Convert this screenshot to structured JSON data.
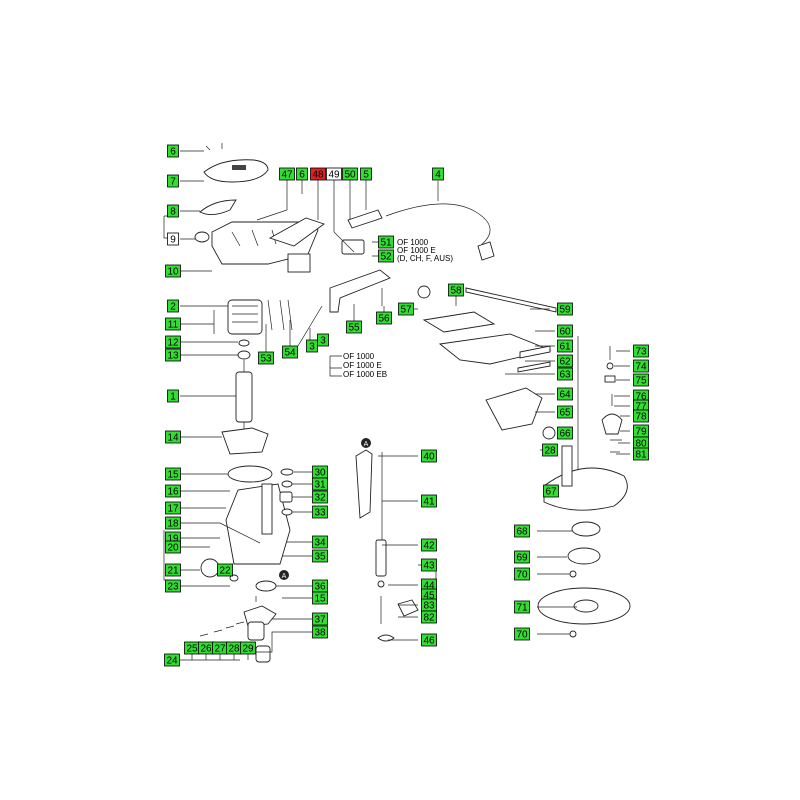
{
  "colors": {
    "green": "#33dd33",
    "red": "#dd2222",
    "plain": "#ffffff"
  },
  "labels": [
    {
      "id": "6a",
      "text": "6",
      "color": "green"
    },
    {
      "id": "7",
      "text": "7",
      "color": "green"
    },
    {
      "id": "8",
      "text": "8",
      "color": "green"
    },
    {
      "id": "9",
      "text": "9",
      "color": "plain"
    },
    {
      "id": "10",
      "text": "10",
      "color": "green"
    },
    {
      "id": "2",
      "text": "2",
      "color": "green"
    },
    {
      "id": "11",
      "text": "11",
      "color": "green"
    },
    {
      "id": "12",
      "text": "12",
      "color": "green"
    },
    {
      "id": "13",
      "text": "13",
      "color": "green"
    },
    {
      "id": "1",
      "text": "1",
      "color": "green"
    },
    {
      "id": "14",
      "text": "14",
      "color": "green"
    },
    {
      "id": "15",
      "text": "15",
      "color": "green"
    },
    {
      "id": "16",
      "text": "16",
      "color": "green"
    },
    {
      "id": "17",
      "text": "17",
      "color": "green"
    },
    {
      "id": "18",
      "text": "18",
      "color": "green"
    },
    {
      "id": "19",
      "text": "19",
      "color": "green"
    },
    {
      "id": "20",
      "text": "20",
      "color": "green"
    },
    {
      "id": "21",
      "text": "21",
      "color": "green"
    },
    {
      "id": "22",
      "text": "22",
      "color": "green"
    },
    {
      "id": "23",
      "text": "23",
      "color": "green"
    },
    {
      "id": "47",
      "text": "47",
      "color": "green"
    },
    {
      "id": "6b",
      "text": "6",
      "color": "green"
    },
    {
      "id": "48",
      "text": "48",
      "color": "red"
    },
    {
      "id": "49",
      "text": "49",
      "color": "plain"
    },
    {
      "id": "50",
      "text": "50",
      "color": "green"
    },
    {
      "id": "5",
      "text": "5",
      "color": "green"
    },
    {
      "id": "4",
      "text": "4",
      "color": "green"
    },
    {
      "id": "51",
      "text": "51",
      "color": "green"
    },
    {
      "id": "52",
      "text": "52",
      "color": "green"
    },
    {
      "id": "53",
      "text": "53",
      "color": "green"
    },
    {
      "id": "54",
      "text": "54",
      "color": "green"
    },
    {
      "id": "3a",
      "text": "3",
      "color": "green"
    },
    {
      "id": "3b",
      "text": "3",
      "color": "green"
    },
    {
      "id": "55",
      "text": "55",
      "color": "green"
    },
    {
      "id": "56",
      "text": "56",
      "color": "green"
    },
    {
      "id": "57",
      "text": "57",
      "color": "green"
    },
    {
      "id": "58",
      "text": "58",
      "color": "green"
    },
    {
      "id": "59",
      "text": "59",
      "color": "green"
    },
    {
      "id": "60",
      "text": "60",
      "color": "green"
    },
    {
      "id": "61",
      "text": "61",
      "color": "green"
    },
    {
      "id": "62",
      "text": "62",
      "color": "green"
    },
    {
      "id": "63",
      "text": "63",
      "color": "green"
    },
    {
      "id": "64",
      "text": "64",
      "color": "green"
    },
    {
      "id": "65",
      "text": "65",
      "color": "green"
    },
    {
      "id": "66",
      "text": "66",
      "color": "green"
    },
    {
      "id": "28a",
      "text": "28",
      "color": "green"
    },
    {
      "id": "67",
      "text": "67",
      "color": "green"
    },
    {
      "id": "68",
      "text": "68",
      "color": "green"
    },
    {
      "id": "69",
      "text": "69",
      "color": "green"
    },
    {
      "id": "70a",
      "text": "70",
      "color": "green"
    },
    {
      "id": "71",
      "text": "71",
      "color": "green"
    },
    {
      "id": "70b",
      "text": "70",
      "color": "green"
    },
    {
      "id": "73",
      "text": "73",
      "color": "green"
    },
    {
      "id": "74",
      "text": "74",
      "color": "green"
    },
    {
      "id": "75",
      "text": "75",
      "color": "green"
    },
    {
      "id": "76",
      "text": "76",
      "color": "green"
    },
    {
      "id": "77",
      "text": "77",
      "color": "green"
    },
    {
      "id": "78",
      "text": "78",
      "color": "green"
    },
    {
      "id": "79",
      "text": "79",
      "color": "green"
    },
    {
      "id": "80",
      "text": "80",
      "color": "green"
    },
    {
      "id": "81",
      "text": "81",
      "color": "green"
    },
    {
      "id": "30",
      "text": "30",
      "color": "green"
    },
    {
      "id": "31",
      "text": "31",
      "color": "green"
    },
    {
      "id": "32",
      "text": "32",
      "color": "green"
    },
    {
      "id": "33",
      "text": "33",
      "color": "green"
    },
    {
      "id": "34",
      "text": "34",
      "color": "green"
    },
    {
      "id": "35",
      "text": "35",
      "color": "green"
    },
    {
      "id": "36",
      "text": "36",
      "color": "green"
    },
    {
      "id": "15b",
      "text": "15",
      "color": "green"
    },
    {
      "id": "37",
      "text": "37",
      "color": "green"
    },
    {
      "id": "38",
      "text": "38",
      "color": "green"
    },
    {
      "id": "40",
      "text": "40",
      "color": "green"
    },
    {
      "id": "41",
      "text": "41",
      "color": "green"
    },
    {
      "id": "42",
      "text": "42",
      "color": "green"
    },
    {
      "id": "43",
      "text": "43",
      "color": "green"
    },
    {
      "id": "44",
      "text": "44",
      "color": "green"
    },
    {
      "id": "45",
      "text": "45",
      "color": "green"
    },
    {
      "id": "83",
      "text": "83",
      "color": "green"
    },
    {
      "id": "82",
      "text": "82",
      "color": "green"
    },
    {
      "id": "46",
      "text": "46",
      "color": "green"
    },
    {
      "id": "24",
      "text": "24",
      "color": "green"
    },
    {
      "id": "25",
      "text": "25",
      "color": "green"
    },
    {
      "id": "26",
      "text": "26",
      "color": "green"
    },
    {
      "id": "27",
      "text": "27",
      "color": "green"
    },
    {
      "id": "28b",
      "text": "28",
      "color": "green"
    },
    {
      "id": "29",
      "text": "29",
      "color": "green"
    }
  ],
  "variants": {
    "v51": [
      "OF 1000",
      "OF 1000 E",
      "(D, CH, F, AUS)"
    ],
    "v3": [
      "OF 1000",
      "OF 1000 E",
      "OF 1000 EB"
    ]
  },
  "markers": {
    "a": "A"
  }
}
